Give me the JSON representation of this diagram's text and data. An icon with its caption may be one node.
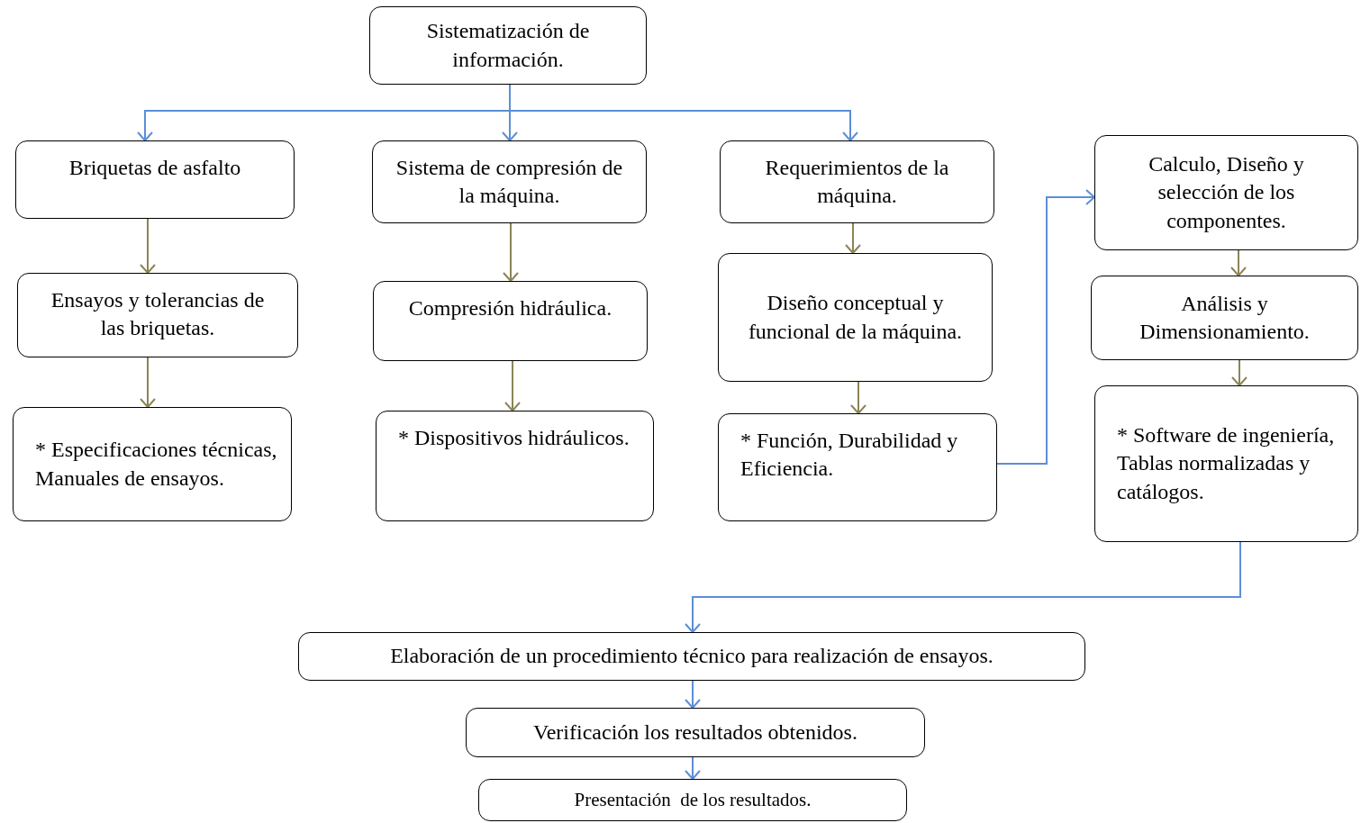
{
  "diagram": {
    "nodes": [
      {
        "text": [
          "Sistematización de información."
        ]
      },
      {
        "text": [
          "Briquetas de asfalto"
        ]
      },
      {
        "text": [
          "Sistema de compresión de la máquina."
        ]
      },
      {
        "text": [
          "Requerimientos de la máquina."
        ]
      },
      {
        "text": [
          "Ensayos y tolerancias de las briquetas."
        ]
      },
      {
        "text": [
          "Compresión hidráulica."
        ]
      },
      {
        "text": [
          "Diseño conceptual y funcional de la máquina."
        ]
      },
      {
        "text": [
          "* Especificaciones técnicas, Manuales de ensayos."
        ]
      },
      {
        "text": [
          "* Dispositivos hidráulicos."
        ]
      },
      {
        "text": [
          "* Función, Durabilidad y Eficiencia."
        ]
      },
      {
        "text": [
          "Calculo, Diseño y selección de los componentes."
        ]
      },
      {
        "text": [
          "Análisis y Dimensionamiento."
        ]
      },
      {
        "text": [
          "* Software de ingeniería, Tablas normalizadas y catálogos."
        ]
      },
      {
        "text": [
          "Elaboración de un procedimiento técnico para realización de ensayos."
        ]
      },
      {
        "text": [
          "Verificación los resultados obtenidos."
        ]
      },
      {
        "text": [
          "Presentación  de los resultados."
        ]
      }
    ],
    "edges": [
      {
        "from": 0,
        "to": 1,
        "arrow": "to",
        "color": "#5b8fd6"
      },
      {
        "from": 0,
        "to": 2,
        "arrow": "to",
        "color": "#5b8fd6"
      },
      {
        "from": 0,
        "to": 3,
        "arrow": "to",
        "color": "#5b8fd6"
      },
      {
        "from": 1,
        "to": 4,
        "arrow": "to"
      },
      {
        "from": 4,
        "to": 7,
        "arrow": "to"
      },
      {
        "from": 2,
        "to": 5,
        "arrow": "to"
      },
      {
        "from": 5,
        "to": 8,
        "arrow": "to"
      },
      {
        "from": 3,
        "to": 6,
        "arrow": "to"
      },
      {
        "from": 6,
        "to": 9,
        "arrow": "to"
      },
      {
        "from": 9,
        "to": 10,
        "arrow": "to",
        "color": "#5b8fd6"
      },
      {
        "from": 10,
        "to": 11,
        "arrow": "to"
      },
      {
        "from": 11,
        "to": 12,
        "arrow": "to"
      },
      {
        "from": 12,
        "to": 13,
        "arrow": "to",
        "color": "#5b8fd6"
      },
      {
        "from": 13,
        "to": 14,
        "arrow": "to",
        "color": "#5b8fd6"
      },
      {
        "from": 14,
        "to": 15,
        "arrow": "to",
        "color": "#5b8fd6"
      }
    ]
  }
}
